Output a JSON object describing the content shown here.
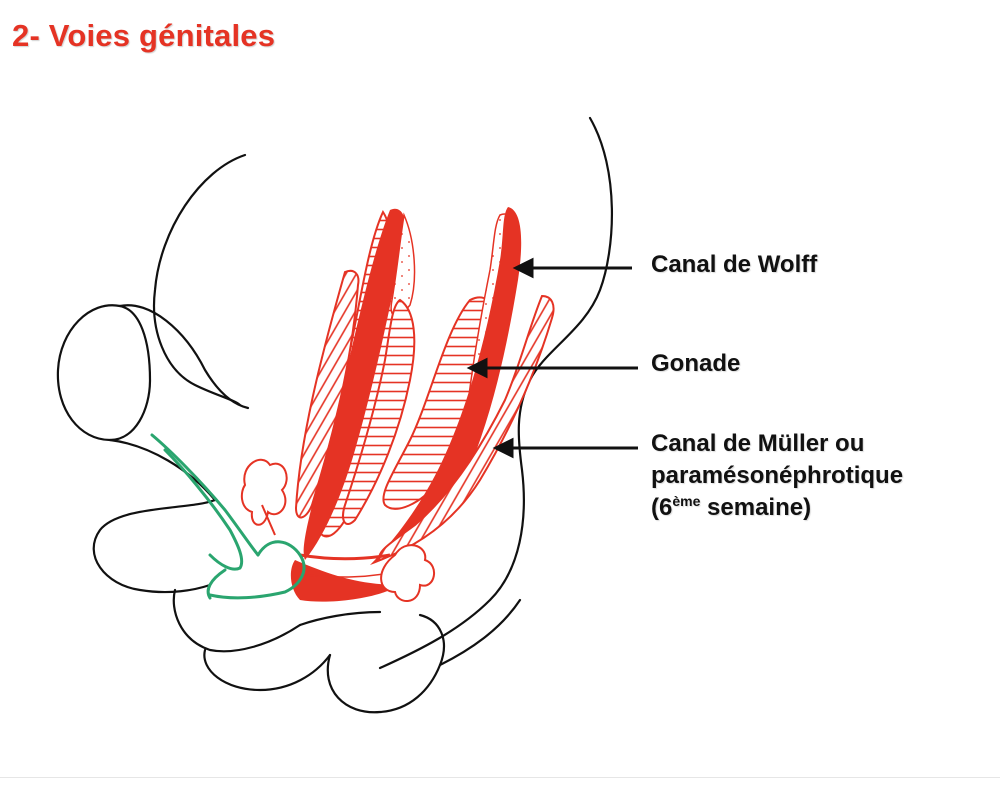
{
  "slide": {
    "title": "2- Voies génitales",
    "title_color": "#e53324"
  },
  "labels": {
    "wolff": "Canal de Wolff",
    "gonade": "Gonade",
    "muller_line1": "Canal de Müller ou",
    "muller_line2": "paramésonéphrotique",
    "muller_line3_prefix": "(6",
    "muller_line3_sup": "ème",
    "muller_line3_suffix": " semaine)"
  },
  "colors": {
    "red": "#e53324",
    "green": "#2aa56f",
    "ink": "#111111"
  }
}
